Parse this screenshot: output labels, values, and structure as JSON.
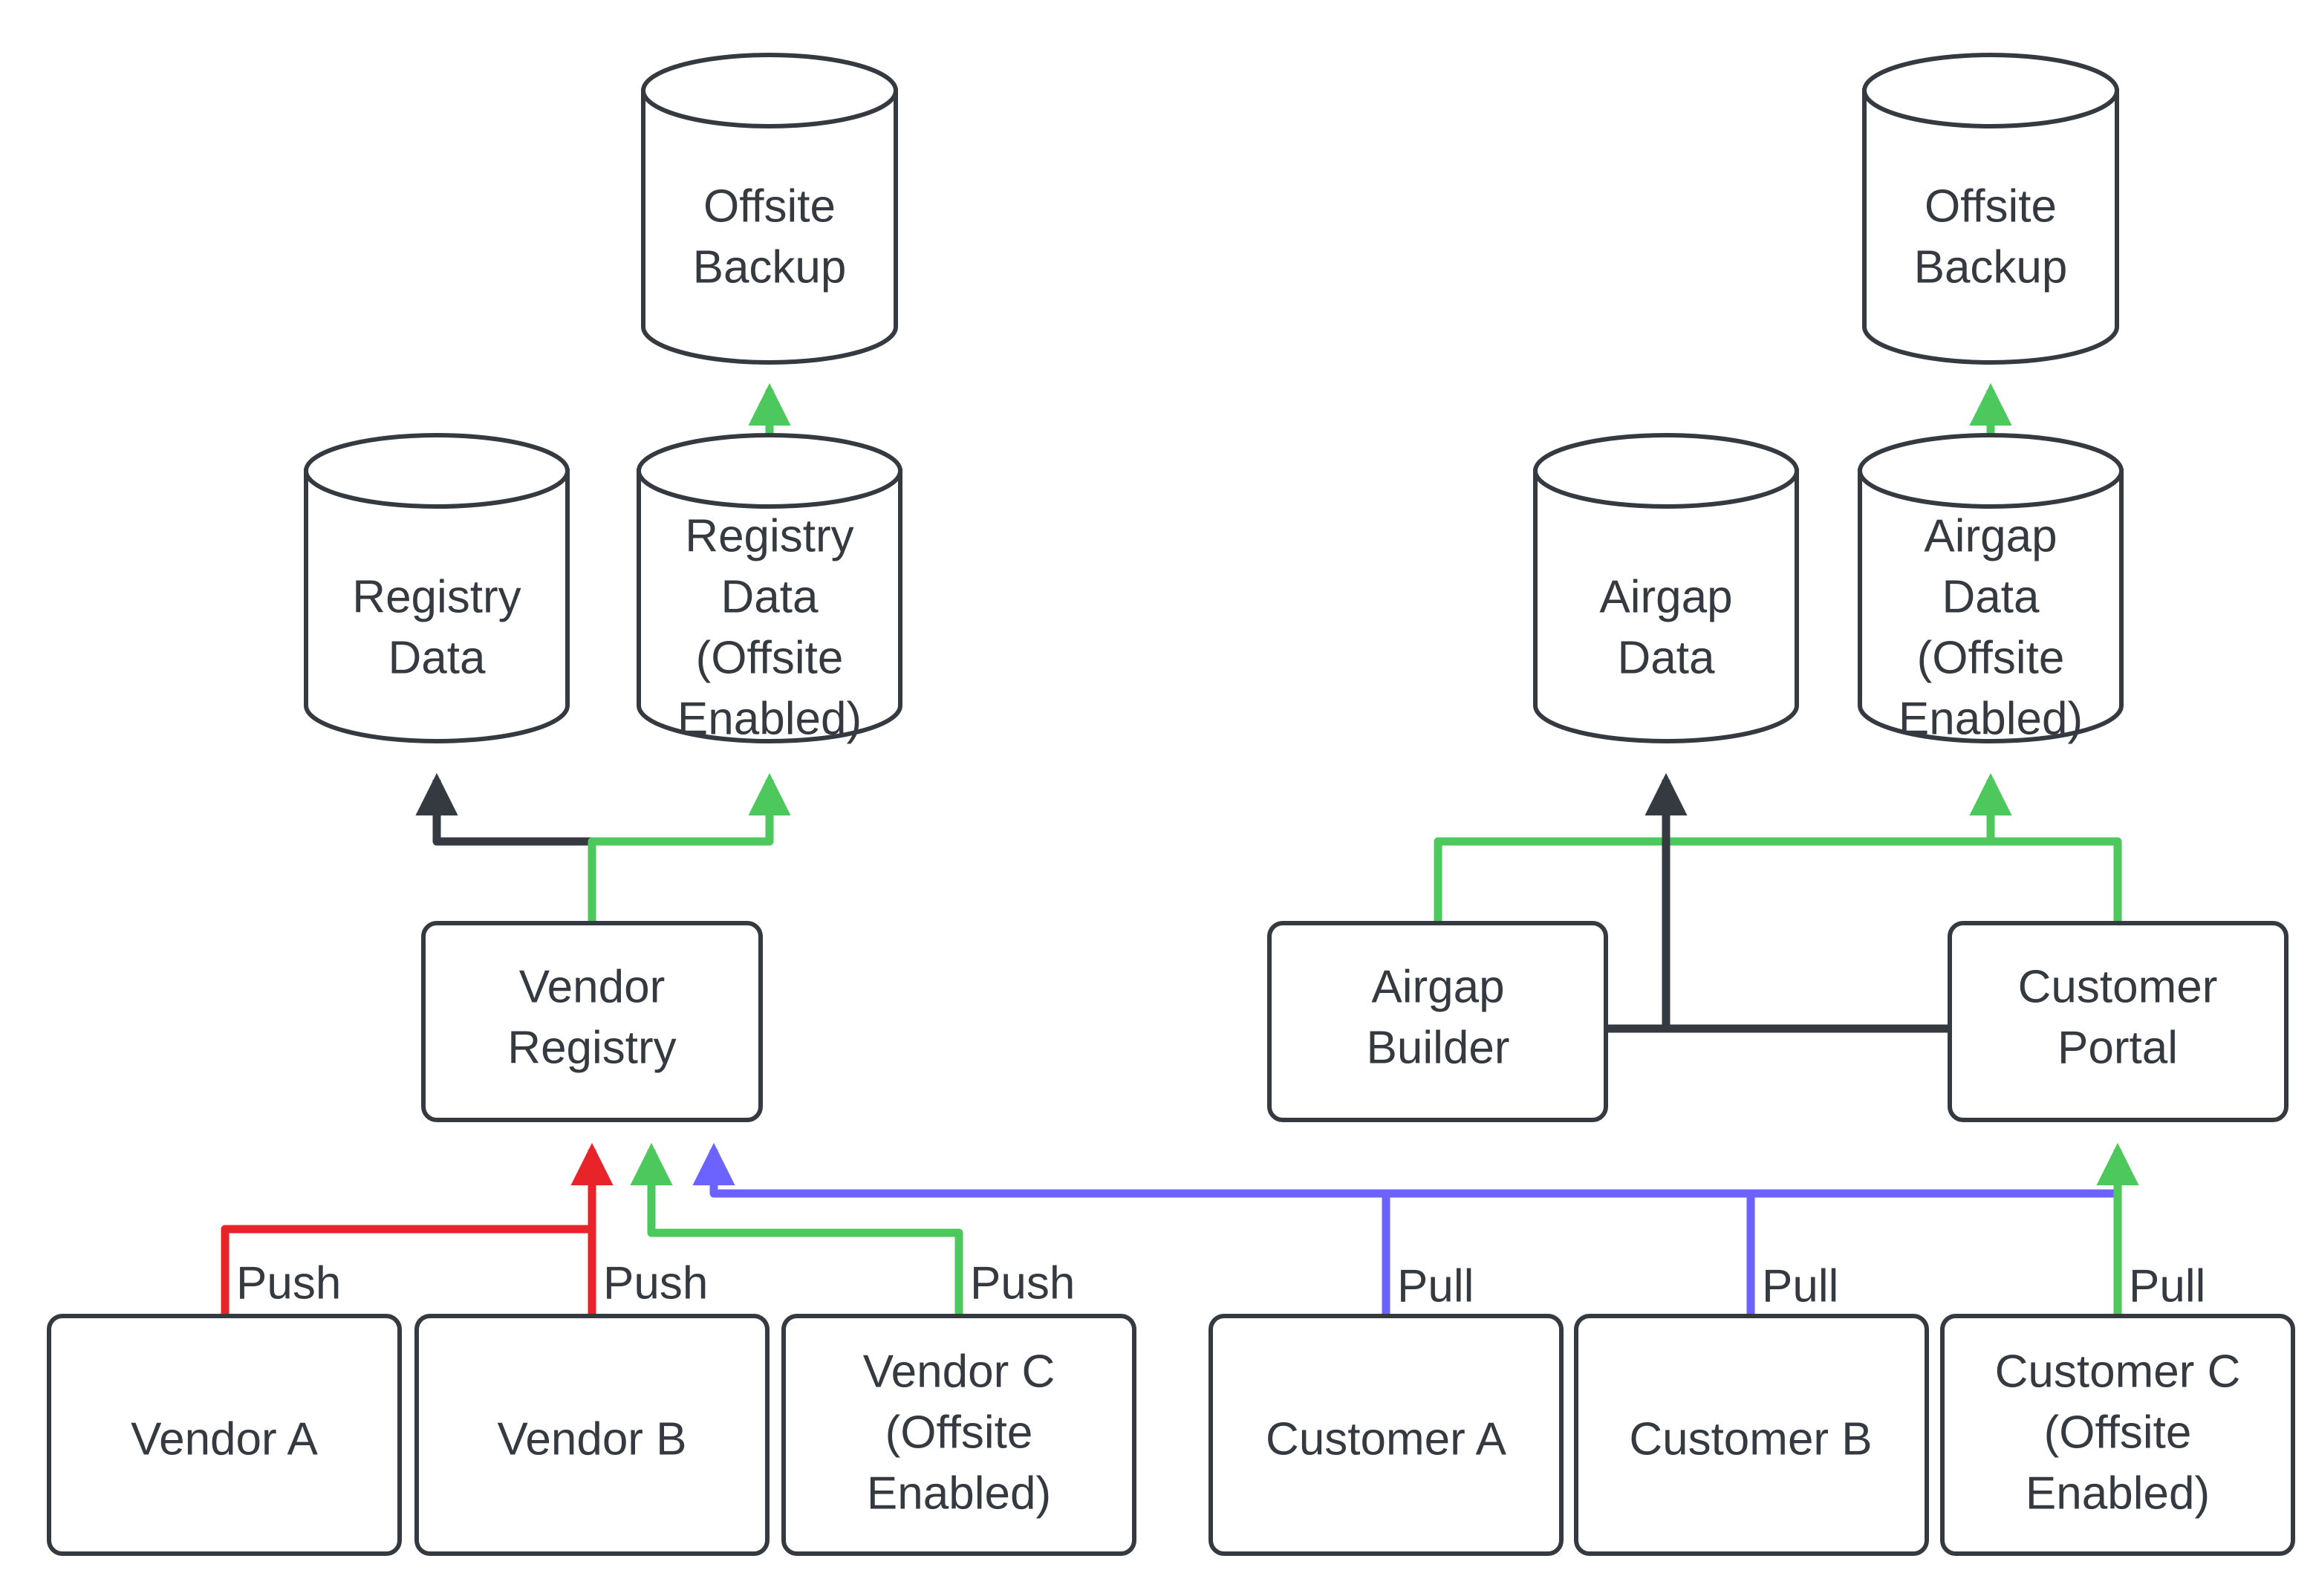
{
  "diagram": {
    "type": "flowchart",
    "title": "Vendor Registry and Airgap Distribution Flow",
    "colors": {
      "stroke_dark": "#343A40",
      "edge_red": "#E8232A",
      "edge_green": "#4CC85C",
      "edge_blue": "#6C63FF",
      "edge_dark": "#343A40",
      "node_fill": "#FFFFFF",
      "background": "#FFFFFF"
    },
    "nodes": [
      {
        "id": "offsite_backup_left",
        "shape": "cylinder",
        "label": "Offsite\nBackup",
        "lines": [
          "Offsite",
          "Backup"
        ]
      },
      {
        "id": "offsite_backup_right",
        "shape": "cylinder",
        "label": "Offsite\nBackup",
        "lines": [
          "Offsite",
          "Backup"
        ]
      },
      {
        "id": "registry_data",
        "shape": "cylinder",
        "label": "Registry\nData",
        "lines": [
          "Registry",
          "Data"
        ]
      },
      {
        "id": "registry_data_offsite",
        "shape": "cylinder",
        "label": "Registry\nData\n(Offsite\nEnabled)",
        "lines": [
          "Registry",
          "Data",
          "(Offsite",
          "Enabled)"
        ]
      },
      {
        "id": "airgap_data",
        "shape": "cylinder",
        "label": "Airgap\nData",
        "lines": [
          "Airgap",
          "Data"
        ]
      },
      {
        "id": "airgap_data_offsite",
        "shape": "cylinder",
        "label": "Airgap\nData\n(Offsite\nEnabled)",
        "lines": [
          "Airgap",
          "Data",
          "(Offsite",
          "Enabled)"
        ]
      },
      {
        "id": "vendor_registry",
        "shape": "box",
        "label": "Vendor\nRegistry",
        "lines": [
          "Vendor",
          "Registry"
        ]
      },
      {
        "id": "airgap_builder",
        "shape": "box",
        "label": "Airgap\nBuilder",
        "lines": [
          "Airgap",
          "Builder"
        ]
      },
      {
        "id": "customer_portal",
        "shape": "box",
        "label": "Customer\nPortal",
        "lines": [
          "Customer",
          "Portal"
        ]
      },
      {
        "id": "vendor_a",
        "shape": "box",
        "label": "Vendor A",
        "lines": [
          "Vendor A"
        ]
      },
      {
        "id": "vendor_b",
        "shape": "box",
        "label": "Vendor B",
        "lines": [
          "Vendor B"
        ]
      },
      {
        "id": "vendor_c",
        "shape": "box",
        "label": "Vendor C\n(Offsite\nEnabled)",
        "lines": [
          "Vendor C",
          "(Offsite",
          "Enabled)"
        ]
      },
      {
        "id": "customer_a",
        "shape": "box",
        "label": "Customer A",
        "lines": [
          "Customer A"
        ]
      },
      {
        "id": "customer_b",
        "shape": "box",
        "label": "Customer B",
        "lines": [
          "Customer B"
        ]
      },
      {
        "id": "customer_c",
        "shape": "box",
        "label": "Customer C\n(Offsite\nEnabled)",
        "lines": [
          "Customer C",
          "(Offsite",
          "Enabled)"
        ]
      }
    ],
    "edges": [
      {
        "id": "e1",
        "from": "vendor_a",
        "to": "vendor_registry",
        "label": "Push",
        "color": "#E8232A"
      },
      {
        "id": "e2",
        "from": "vendor_b",
        "to": "vendor_registry",
        "label": "Push",
        "color": "#E8232A"
      },
      {
        "id": "e3",
        "from": "vendor_c",
        "to": "vendor_registry",
        "label": "Push",
        "color": "#4CC85C"
      },
      {
        "id": "e4",
        "from": "customer_a",
        "to": "vendor_registry",
        "label": "Pull",
        "color": "#6C63FF"
      },
      {
        "id": "e5",
        "from": "customer_b",
        "to": "vendor_registry",
        "label": "Pull",
        "color": "#6C63FF"
      },
      {
        "id": "e6",
        "from": "customer_c",
        "to": "customer_portal",
        "label": "Pull",
        "color": "#4CC85C"
      },
      {
        "id": "e7",
        "from": "vendor_registry",
        "to": "registry_data",
        "label": "",
        "color": "#343A40"
      },
      {
        "id": "e8",
        "from": "vendor_registry",
        "to": "registry_data_offsite",
        "label": "",
        "color": "#4CC85C"
      },
      {
        "id": "e9",
        "from": "registry_data_offsite",
        "to": "offsite_backup_left",
        "label": "",
        "color": "#4CC85C"
      },
      {
        "id": "e10",
        "from": "airgap_builder",
        "to": "airgap_data",
        "label": "",
        "color": "#343A40"
      },
      {
        "id": "e11",
        "from": "airgap_builder",
        "to": "airgap_data_offsite",
        "label": "",
        "color": "#4CC85C"
      },
      {
        "id": "e12",
        "from": "customer_portal",
        "to": "airgap_data",
        "label": "",
        "color": "#343A40"
      },
      {
        "id": "e13",
        "from": "customer_portal",
        "to": "airgap_data_offsite",
        "label": "",
        "color": "#4CC85C"
      },
      {
        "id": "e14",
        "from": "airgap_data_offsite",
        "to": "offsite_backup_right",
        "label": "",
        "color": "#4CC85C"
      }
    ],
    "edge_labels": {
      "push_1": "Push",
      "push_2": "Push",
      "push_3": "Push",
      "pull_1": "Pull",
      "pull_2": "Pull",
      "pull_3": "Pull"
    }
  }
}
